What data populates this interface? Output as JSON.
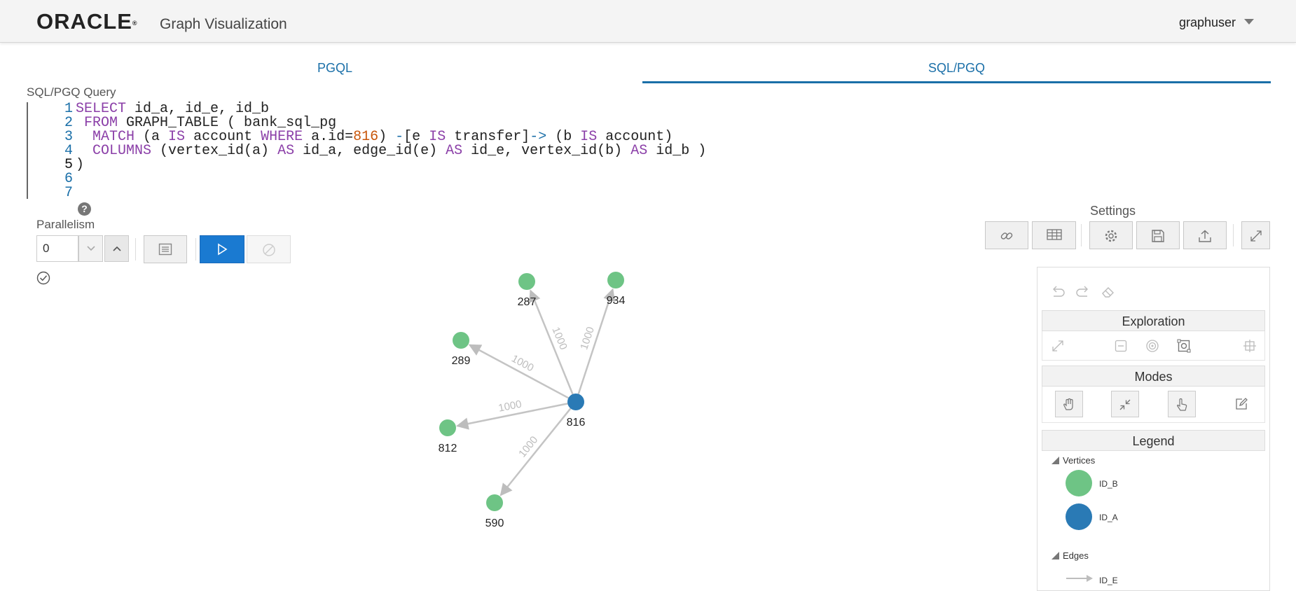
{
  "header": {
    "brand": "ORACLE",
    "brand_mark": "®",
    "app_title": "Graph Visualization",
    "user": "graphuser"
  },
  "tabs": [
    {
      "label": "PGQL",
      "active": false
    },
    {
      "label": "SQL/PGQ",
      "active": true
    }
  ],
  "query": {
    "label": "SQL/PGQ Query",
    "line_numbers": [
      "1",
      "2",
      "3",
      "4",
      "5",
      "6",
      "7"
    ],
    "l1": {
      "kw1": "SELECT",
      "t1": " id_a, id_e, id_b"
    },
    "l2": {
      "t0": " ",
      "kw1": "FROM",
      "t1": " GRAPH_TABLE ( bank_sql_pg"
    },
    "l3": {
      "t0": "  ",
      "kw1": "MATCH",
      "t1": " (a ",
      "kw2": "IS",
      "t2": " account ",
      "kw3": "WHERE",
      "t3": " a.id=",
      "num": "816",
      "t4": ") ",
      "op1": "-",
      "t5": "[e ",
      "kw4": "IS",
      "t6": " transfer]",
      "op2": "->",
      "t7": " (b ",
      "kw5": "IS",
      "t8": " account)"
    },
    "l4": {
      "t0": "  ",
      "kw1": "COLUMNS",
      "t1": " (vertex_id(a) ",
      "kw2": "AS",
      "t2": " id_a, edge_id(e) ",
      "kw3": "AS",
      "t3": " id_e, vertex_id(b) ",
      "kw4": "AS",
      "t4": " id_b )"
    },
    "l5": {
      "t1": ")"
    }
  },
  "controls": {
    "help_glyph": "?",
    "parallelism_label": "Parallelism",
    "parallelism_value": "0"
  },
  "settings": {
    "label": "Settings"
  },
  "panel": {
    "exploration": "Exploration",
    "modes": "Modes",
    "legend": "Legend",
    "vertices_title": "Vertices",
    "edges_title": "Edges",
    "vertex_items": [
      {
        "label": "ID_B",
        "color": "#6ec485"
      },
      {
        "label": "ID_A",
        "color": "#2a7ab5"
      }
    ],
    "edge_items": [
      {
        "label": "ID_E",
        "color": "#bdbdbd"
      }
    ]
  },
  "icons": [
    "link-icon",
    "table-icon",
    "gear-icon",
    "save-icon",
    "upload-icon",
    "expand-icon",
    "undo-icon",
    "redo-icon",
    "eraser-icon",
    "hand-icon",
    "collapse-icon",
    "pointer-icon",
    "edit-icon",
    "checkmark-icon",
    "list-icon",
    "play-icon",
    "stop-icon"
  ],
  "graph": {
    "center": {
      "id": "816",
      "color": "#2a7ab5"
    },
    "neighbors": [
      {
        "id": "287",
        "color": "#6ec485",
        "edge_weight": "1000"
      },
      {
        "id": "934",
        "color": "#6ec485",
        "edge_weight": "1000"
      },
      {
        "id": "289",
        "color": "#6ec485",
        "edge_weight": "1000"
      },
      {
        "id": "812",
        "color": "#6ec485",
        "edge_weight": "1000"
      },
      {
        "id": "590",
        "color": "#6ec485",
        "edge_weight": "1000"
      }
    ]
  }
}
